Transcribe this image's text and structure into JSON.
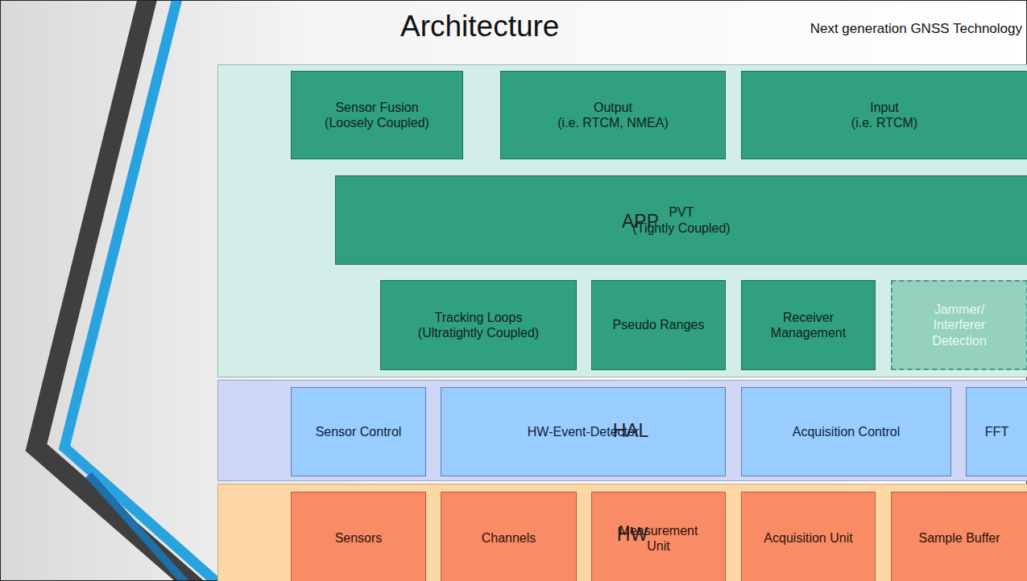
{
  "diagram": {
    "title": "Architecture",
    "nodes": [
      {
        "text": [
          "APP"
        ]
      },
      {
        "text": [
          "Sensor Fusion (Loosely Coupled)"
        ],
        "in": 0
      },
      {
        "text": [
          "Output (i.e. RTCM, NMEA)"
        ],
        "in": 0
      },
      {
        "text": [
          "Input (i.e. RTCM)"
        ],
        "in": 0
      },
      {
        "text": [
          "PVT (Tightly Coupled)"
        ],
        "in": 0
      },
      {
        "text": [
          "Tracking Loops (Ultratightly Coupled)"
        ],
        "in": 0
      },
      {
        "text": [
          "Pseudo Ranges"
        ],
        "in": 0
      },
      {
        "text": [
          "Receiver Management"
        ],
        "in": 0
      },
      {
        "text": [
          "Jammer/ Interferer Detection"
        ],
        "in": 0
      },
      {
        "text": [
          "HAL"
        ]
      },
      {
        "text": [
          "Sensor Control"
        ],
        "in": 9
      },
      {
        "text": [
          "HW-Event-Detector"
        ],
        "in": 9
      },
      {
        "text": [
          "Acquisition Control"
        ],
        "in": 9
      },
      {
        "text": [
          "FFT"
        ],
        "in": 9
      },
      {
        "text": [
          "HW"
        ]
      },
      {
        "text": [
          "Sensors"
        ],
        "in": 14
      },
      {
        "text": [
          "Channels"
        ],
        "in": 14
      },
      {
        "text": [
          "Measurement Unit"
        ],
        "in": 14
      },
      {
        "text": [
          "Acquisition Unit"
        ],
        "in": 14
      },
      {
        "text": [
          "Sample Buffer"
        ],
        "in": 14
      }
    ],
    "labels": [
      "Next generation GNSS Technology"
    ]
  }
}
